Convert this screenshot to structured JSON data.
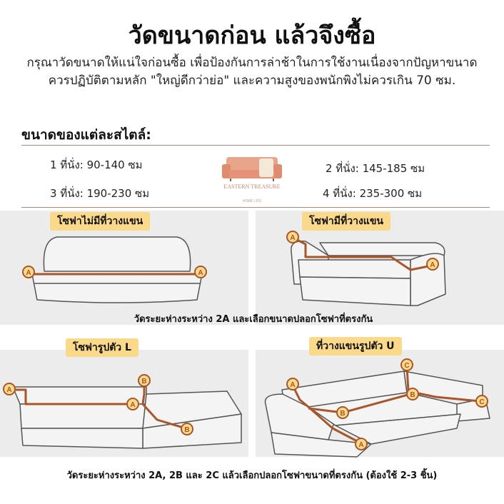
{
  "title": "วัดขนาดก่อน แล้วจึงซื้อ",
  "intro": "กรุณาวัดขนาดให้แน่ใจก่อนซื้อ เพื่อป้องกันการล่าช้าในการใช้งานเนื่องจากปัญหาขนาด ควรปฏิบัติตามหลัก \"ใหญ่ดีกว่าย่อ\" และความสูงของพนักพิงไม่ควรเกิน 70 ซม.",
  "sizes": {
    "heading": "ขนาดของแต่ละสไตล์:",
    "one_seat": "1 ที่นั่ง: 90-140 ซม",
    "two_seat": "2 ที่นั่ง: 145-185 ซม",
    "three_seat": "3 ที่นั่ง: 190-230 ซม",
    "four_seat": "4 ที่นั่ง: 235-300 ซม"
  },
  "logo": {
    "brand": "EASTERN TREASURE",
    "tagline": "HOME LIFE"
  },
  "diagrams": {
    "no_arm_label": "โซฟาไม่มีที่วางแขน",
    "with_arm_label": "โซฟามีที่วางแขน",
    "l_shape_label": "โซฟารูปตัว L",
    "u_shape_label": "ที่วางแขนรูปตัว U",
    "caption_top": "วัดระยะห่างระหว่าง 2A และเลือกขนาดปลอกโซฟาที่ตรงกัน",
    "caption_bottom": "วัดระยะห่างระหว่าง 2A, 2B และ 2C แล้วเลือกปลอกโซฟาขนาดที่ตรงกัน (ต้องใช้ 2-3 ชิ้น)",
    "marker_a": "A",
    "marker_b": "B",
    "marker_c": "C"
  },
  "colors": {
    "accent": "#b35a28",
    "label_bg": "#fbd98a",
    "panel_bg": "#ececec"
  }
}
